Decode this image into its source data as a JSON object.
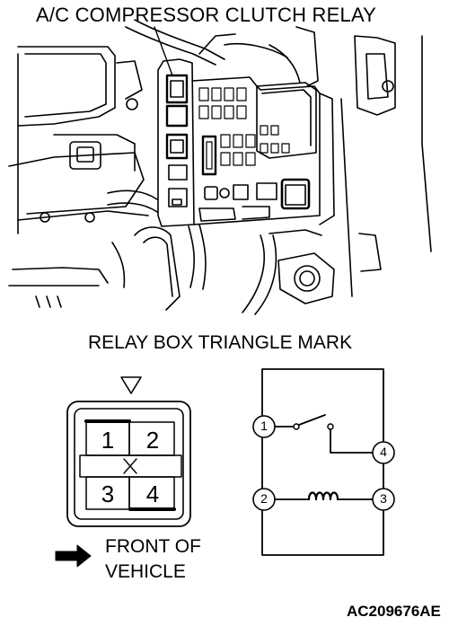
{
  "labels": {
    "title": "A/C COMPRESSOR CLUTCH RELAY",
    "triangle_mark": "RELAY BOX TRIANGLE MARK",
    "front_line1": "FRONT OF",
    "front_line2": "VEHICLE",
    "figure_code": "AC209676AE"
  },
  "connector": {
    "pins": [
      "1",
      "2",
      "3",
      "4"
    ]
  },
  "schematic": {
    "terminals": [
      "1",
      "4",
      "2",
      "3"
    ]
  }
}
